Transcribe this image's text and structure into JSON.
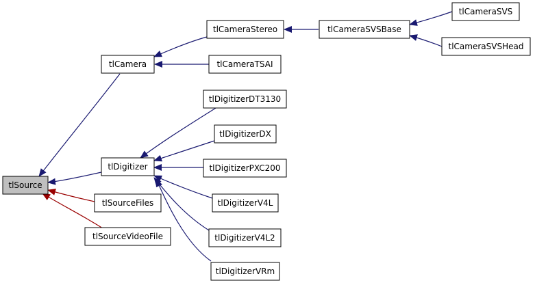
{
  "colors": {
    "background": "#ffffff",
    "node_fill": "#ffffff",
    "root_fill": "#bfbfbf",
    "node_border": "#000000",
    "inherit_edge": "#191970",
    "collab_edge": "#9a0000"
  },
  "nodes": {
    "tlSource": "tlSource",
    "tlCamera": "tlCamera",
    "tlDigitizer": "tlDigitizer",
    "tlSourceFiles": "tlSourceFiles",
    "tlSourceVideoFile": "tlSourceVideoFile",
    "tlCameraStereo": "tlCameraStereo",
    "tlCameraTSAI": "tlCameraTSAI",
    "tlCameraSVSBase": "tlCameraSVSBase",
    "tlCameraSVS": "tlCameraSVS",
    "tlCameraSVSHead": "tlCameraSVSHead",
    "tlDigitizerDT3130": "tlDigitizerDT3130",
    "tlDigitizerDX": "tlDigitizerDX",
    "tlDigitizerPXC200": "tlDigitizerPXC200",
    "tlDigitizerV4L": "tlDigitizerV4L",
    "tlDigitizerV4L2": "tlDigitizerV4L2",
    "tlDigitizerVRm": "tlDigitizerVRm"
  },
  "edges": [
    {
      "from": "tlCamera",
      "to": "tlSource",
      "kind": "inherit"
    },
    {
      "from": "tlDigitizer",
      "to": "tlSource",
      "kind": "inherit"
    },
    {
      "from": "tlSourceFiles",
      "to": "tlSource",
      "kind": "collab"
    },
    {
      "from": "tlSourceVideoFile",
      "to": "tlSource",
      "kind": "collab"
    },
    {
      "from": "tlCameraStereo",
      "to": "tlCamera",
      "kind": "inherit"
    },
    {
      "from": "tlCameraTSAI",
      "to": "tlCamera",
      "kind": "inherit"
    },
    {
      "from": "tlCameraSVSBase",
      "to": "tlCameraStereo",
      "kind": "inherit"
    },
    {
      "from": "tlCameraSVS",
      "to": "tlCameraSVSBase",
      "kind": "inherit"
    },
    {
      "from": "tlCameraSVSHead",
      "to": "tlCameraSVSBase",
      "kind": "inherit"
    },
    {
      "from": "tlDigitizerDT3130",
      "to": "tlDigitizer",
      "kind": "inherit"
    },
    {
      "from": "tlDigitizerDX",
      "to": "tlDigitizer",
      "kind": "inherit"
    },
    {
      "from": "tlDigitizerPXC200",
      "to": "tlDigitizer",
      "kind": "inherit"
    },
    {
      "from": "tlDigitizerV4L",
      "to": "tlDigitizer",
      "kind": "inherit"
    },
    {
      "from": "tlDigitizerV4L2",
      "to": "tlDigitizer",
      "kind": "inherit"
    },
    {
      "from": "tlDigitizerVRm",
      "to": "tlDigitizer",
      "kind": "inherit"
    }
  ]
}
